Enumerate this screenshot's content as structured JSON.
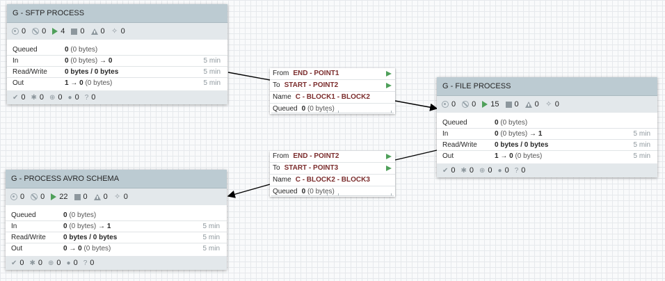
{
  "process_groups": {
    "sftp": {
      "title": "G - SFTP PROCESS",
      "stats": {
        "transmitting": "0",
        "not_transmitting": "0",
        "running": "4",
        "stopped": "0",
        "invalid": "0",
        "disabled": "0"
      },
      "queued": {
        "label": "Queued",
        "count": "0",
        "size": "(0 bytes)"
      },
      "in": {
        "label": "In",
        "count": "0",
        "size": "(0 bytes)",
        "arrow": "→",
        "out": "0",
        "time": "5 min"
      },
      "rw": {
        "label": "Read/Write",
        "value": "0 bytes / 0 bytes",
        "time": "5 min"
      },
      "out": {
        "label": "Out",
        "count": "1",
        "arrow": "→",
        "dest": "0",
        "size": "(0 bytes)",
        "time": "5 min"
      },
      "footer": {
        "up_to_date": "0",
        "locally_modified": "0",
        "stale": "0",
        "modified_stale": "0",
        "sync_failure": "0"
      }
    },
    "file": {
      "title": "G - FILE PROCESS",
      "stats": {
        "transmitting": "0",
        "not_transmitting": "0",
        "running": "15",
        "stopped": "0",
        "invalid": "0",
        "disabled": "0"
      },
      "queued": {
        "label": "Queued",
        "count": "0",
        "size": "(0 bytes)"
      },
      "in": {
        "label": "In",
        "count": "0",
        "size": "(0 bytes)",
        "arrow": "→",
        "out": "1",
        "time": "5 min"
      },
      "rw": {
        "label": "Read/Write",
        "value": "0 bytes / 0 bytes",
        "time": "5 min"
      },
      "out": {
        "label": "Out",
        "count": "1",
        "arrow": "→",
        "dest": "0",
        "size": "(0 bytes)",
        "time": "5 min"
      },
      "footer": {
        "up_to_date": "0",
        "locally_modified": "0",
        "stale": "0",
        "modified_stale": "0",
        "sync_failure": "0"
      }
    },
    "avro": {
      "title": "G - PROCESS AVRO SCHEMA",
      "stats": {
        "transmitting": "0",
        "not_transmitting": "0",
        "running": "22",
        "stopped": "0",
        "invalid": "0",
        "disabled": "0"
      },
      "queued": {
        "label": "Queued",
        "count": "0",
        "size": "(0 bytes)"
      },
      "in": {
        "label": "In",
        "count": "0",
        "size": "(0 bytes)",
        "arrow": "→",
        "out": "1",
        "time": "5 min"
      },
      "rw": {
        "label": "Read/Write",
        "value": "0 bytes / 0 bytes",
        "time": "5 min"
      },
      "out": {
        "label": "Out",
        "count": "0",
        "arrow": "→",
        "dest": "0",
        "size": "(0 bytes)",
        "time": "5 min"
      },
      "footer": {
        "up_to_date": "0",
        "locally_modified": "0",
        "stale": "0",
        "modified_stale": "0",
        "sync_failure": "0"
      }
    }
  },
  "connections": {
    "c1": {
      "from_label": "From",
      "from": "END - POINT1",
      "to_label": "To",
      "to": "START - POINT2",
      "name_label": "Name",
      "name": "C - BLOCK1 - BLOCK2",
      "queued_label": "Queued",
      "queued_count": "0",
      "queued_size": "(0 bytes)"
    },
    "c2": {
      "from_label": "From",
      "from": "END - POINT2",
      "to_label": "To",
      "to": "START - POINT3",
      "name_label": "Name",
      "name": "C - BLOCK2 - BLOCK3",
      "queued_label": "Queued",
      "queued_count": "0",
      "queued_size": "(0 bytes)"
    }
  },
  "icons": {
    "transmitting": "bullseye-icon",
    "not_transmitting": "slash-circle-icon",
    "running": "play-icon",
    "stopped": "stop-icon",
    "invalid": "warning-icon",
    "disabled": "disabled-icon",
    "up_to_date": "check-icon",
    "locally_modified": "asterisk-icon",
    "stale": "arrow-up-circle-icon",
    "modified_stale": "exclamation-circle-icon",
    "sync_failure": "question-icon"
  },
  "colors": {
    "title_bar": "#bccbd2",
    "stats_bar": "#e3e8eb",
    "running": "#4fa05a",
    "port_name": "#7b2d2d"
  }
}
